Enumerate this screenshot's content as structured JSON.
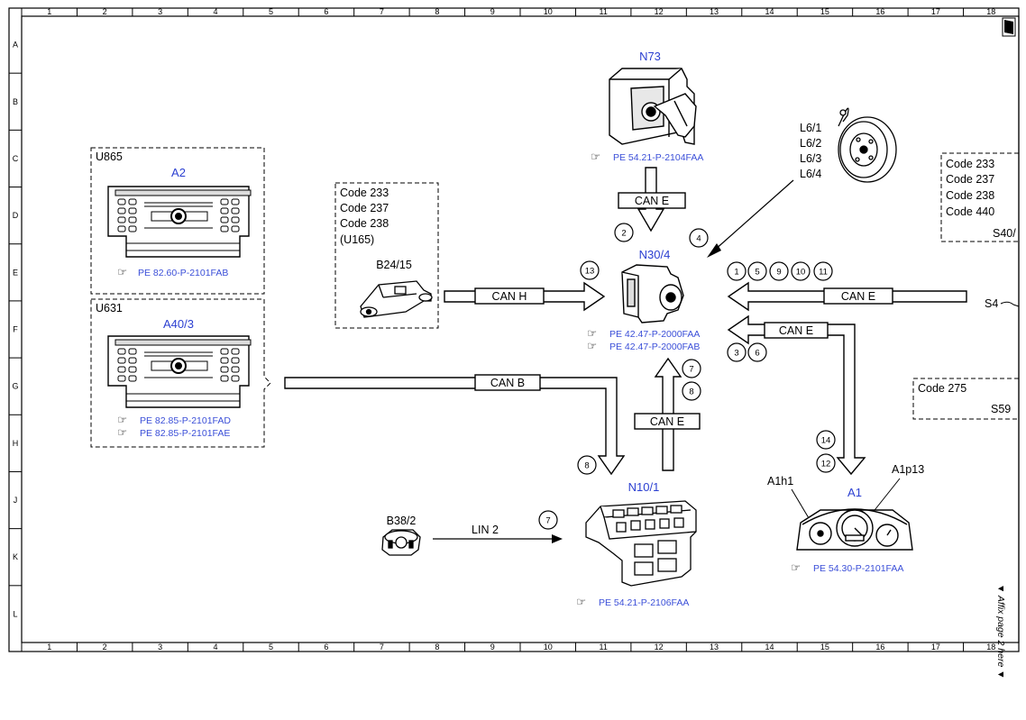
{
  "grid": {
    "columns": [
      "1",
      "2",
      "3",
      "4",
      "5",
      "6",
      "7",
      "8",
      "9",
      "10",
      "11",
      "12",
      "13",
      "14",
      "15",
      "16",
      "17",
      "18"
    ],
    "rows": [
      "A",
      "B",
      "C",
      "D",
      "E",
      "F",
      "G",
      "H",
      "J",
      "K",
      "L"
    ]
  },
  "components": {
    "n73": {
      "label": "N73",
      "ref": "PE 54.21-P-2104FAA"
    },
    "n30_4": {
      "label": "N30/4",
      "refs": [
        "PE 42.47-P-2000FAA",
        "PE 42.47-P-2000FAB"
      ]
    },
    "n10_1": {
      "label": "N10/1",
      "ref": "PE 54.21-P-2106FAA"
    },
    "a1": {
      "label": "A1",
      "ref": "PE 54.30-P-2101FAA",
      "callouts": [
        "A1h1",
        "A1p13"
      ]
    },
    "b38_2": {
      "label": "B38/2"
    },
    "b24_15": {
      "label": "B24/15"
    },
    "l6": {
      "labels": [
        "L6/1",
        "L6/2",
        "L6/3",
        "L6/4"
      ]
    }
  },
  "groups": {
    "u865": {
      "label": "U865",
      "component": "A2",
      "ref": "PE 82.60-P-2101FAB"
    },
    "u631": {
      "label": "U631",
      "component": "A40/3",
      "refs": [
        "PE 82.85-P-2101FAD",
        "PE 82.85-P-2101FAE"
      ]
    },
    "code_b24": {
      "lines": [
        "Code 233",
        "Code 237",
        "Code 238",
        "(U165)"
      ]
    },
    "code_s40": {
      "lines": [
        "Code 233",
        "Code 237",
        "Code 238",
        "Code 440"
      ],
      "tag": "S40/"
    },
    "code_s59": {
      "lines": [
        "Code 275"
      ],
      "tag": "S59"
    },
    "s4_tag": "S4"
  },
  "buses": {
    "can_e_top": "CAN E",
    "can_h": "CAN H",
    "can_e_right": "CAN E",
    "can_e_mid": "CAN E",
    "can_b": "CAN B",
    "can_e_bottom": "CAN E",
    "lin2": "LIN 2"
  },
  "markers": {
    "m2": "2",
    "m4": "4",
    "m13": "13",
    "m1": "1",
    "m5": "5",
    "m9": "9",
    "m10": "10",
    "m11": "11",
    "m3": "3",
    "m6": "6",
    "m7a": "7",
    "m8a": "8",
    "m8b": "8",
    "m7b": "7",
    "m14": "14",
    "m12": "12"
  },
  "side_note": "▼ Affix page 2 here ▼"
}
